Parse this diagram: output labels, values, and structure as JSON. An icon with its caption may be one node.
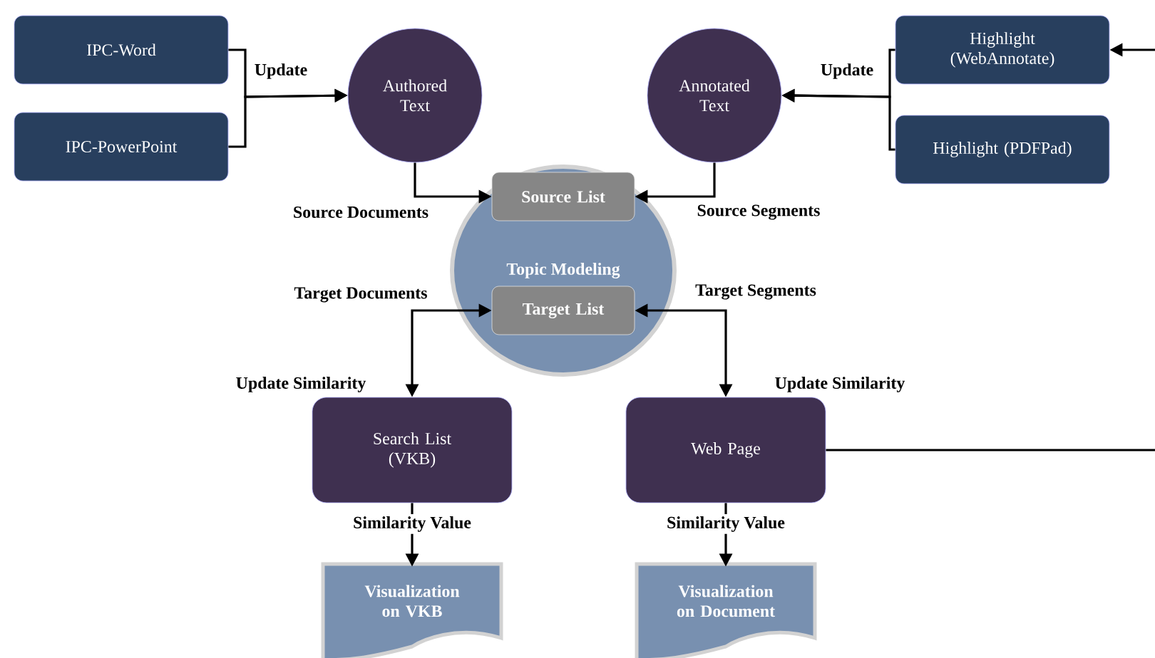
{
  "diagram": {
    "nodes": [
      {
        "text": [
          "IPC-Word"
        ]
      },
      {
        "text": [
          "IPC-PowerPoint"
        ]
      },
      {
        "text": [
          "Authored Text"
        ]
      },
      {
        "text": [
          "Annotated Text"
        ]
      },
      {
        "text": [
          "Highlight (WebAnnotate)"
        ]
      },
      {
        "text": [
          "Highlight (PDFPad)"
        ]
      },
      {
        "text": [
          "Topic Modeling"
        ]
      },
      {
        "text": [
          "Source List"
        ],
        "in": 6
      },
      {
        "text": [
          "Target List"
        ],
        "in": 6
      },
      {
        "text": [
          "Search List (VKB)"
        ]
      },
      {
        "text": [
          "Web Page"
        ]
      },
      {
        "text": [
          "Visualization on VKB"
        ]
      },
      {
        "text": [
          "Visualization on Document"
        ]
      }
    ],
    "edges": [
      {
        "from": 0,
        "to": 2,
        "arrow": "to",
        "label": "Update"
      },
      {
        "from": 1,
        "to": 2,
        "arrow": "to"
      },
      {
        "from": 4,
        "to": 3,
        "arrow": "to",
        "label": "Update"
      },
      {
        "from": 5,
        "to": 3,
        "arrow": "to"
      },
      {
        "from": 2,
        "to": 7,
        "arrow": "to",
        "label": "Source Documents"
      },
      {
        "from": 3,
        "to": 7,
        "arrow": "to",
        "label": "Source Segments"
      },
      {
        "from": 8,
        "to": 9,
        "arrow": "both",
        "label": "Target Documents"
      },
      {
        "from": 8,
        "to": 10,
        "arrow": "both",
        "label": "Target Segments"
      },
      {
        "from": 9,
        "to": 11,
        "arrow": "to",
        "label": "Similarity Value"
      },
      {
        "from": 10,
        "to": 12,
        "arrow": "to",
        "label": "Similarity Value"
      },
      {
        "from": null,
        "to": 4,
        "arrow": "to"
      },
      {
        "from": 10,
        "to": null,
        "arrow": "none"
      }
    ],
    "labels": [
      "Update Similarity",
      "Update Similarity"
    ]
  }
}
